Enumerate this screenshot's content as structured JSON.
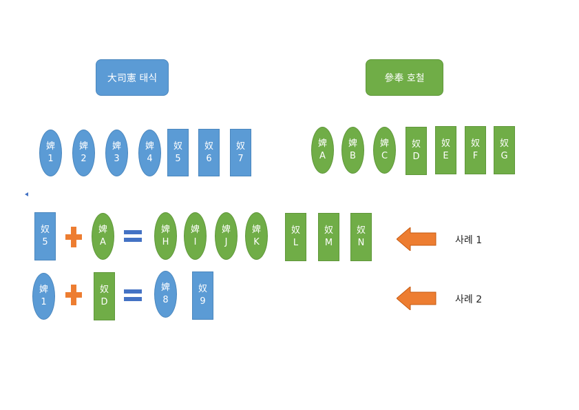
{
  "titles": {
    "left": "大司憲 태식",
    "right": "參奉 호철"
  },
  "top_left": [
    {
      "c": "婢",
      "n": "1"
    },
    {
      "c": "婢",
      "n": "2"
    },
    {
      "c": "婢",
      "n": "3"
    },
    {
      "c": "婢",
      "n": "4"
    },
    {
      "c": "奴",
      "n": "5"
    },
    {
      "c": "奴",
      "n": "6"
    },
    {
      "c": "奴",
      "n": "7"
    }
  ],
  "top_right": [
    {
      "c": "婢",
      "n": "A"
    },
    {
      "c": "婢",
      "n": "B"
    },
    {
      "c": "婢",
      "n": "C"
    },
    {
      "c": "奴",
      "n": "D"
    },
    {
      "c": "奴",
      "n": "E"
    },
    {
      "c": "奴",
      "n": "F"
    },
    {
      "c": "奴",
      "n": "G"
    }
  ],
  "case1": {
    "left": {
      "c": "奴",
      "n": "5"
    },
    "right": {
      "c": "婢",
      "n": "A"
    },
    "result": [
      {
        "c": "婢",
        "n": "H"
      },
      {
        "c": "婢",
        "n": "I"
      },
      {
        "c": "婢",
        "n": "J"
      },
      {
        "c": "婢",
        "n": "K"
      },
      {
        "c": "奴",
        "n": "L"
      },
      {
        "c": "奴",
        "n": "M"
      },
      {
        "c": "奴",
        "n": "N"
      }
    ],
    "label": "사례 1"
  },
  "case2": {
    "left": {
      "c": "婢",
      "n": "1"
    },
    "right": {
      "c": "奴",
      "n": "D"
    },
    "result": [
      {
        "c": "婢",
        "n": "8"
      },
      {
        "c": "奴",
        "n": "9"
      }
    ],
    "label": "사례 2"
  },
  "colors": {
    "blue": "#5b9bd5",
    "green": "#70ad47",
    "orange": "#ed7d31",
    "equals": "#4472c4"
  }
}
